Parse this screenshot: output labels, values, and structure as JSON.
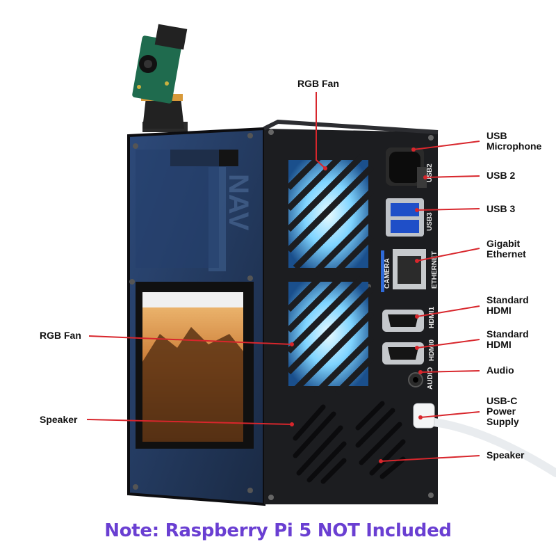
{
  "callouts": {
    "rgb_fan_top": "RGB Fan",
    "rgb_fan_left": "RGB Fan",
    "speaker_left": "Speaker",
    "usb_microphone": "USB\nMicrophone",
    "usb2": "USB 2",
    "usb3": "USB 3",
    "gigabit_ethernet": "Gigabit\nEthernet",
    "standard_hdmi_1": "Standard\nHDMI",
    "standard_hdmi_0": "Standard\nHDMI",
    "audio": "Audio",
    "usb_c_power": "USB-C\nPower\nSupply",
    "speaker_right": "Speaker"
  },
  "port_labels": {
    "usb2": "USB2",
    "usb3": "USB3",
    "camera": "CAMERA",
    "ethernet": "ETHERNET",
    "hdmi1": "HDMI1",
    "hdmi0": "HDMI0",
    "audio": "AUDIO",
    "case_logo": "NAV"
  },
  "note": "Note: Raspberry Pi 5 NOT Included",
  "colors": {
    "accent_red": "#d8262c",
    "note_purple": "#6a3fd2",
    "case_black": "#1c1d20",
    "fan_glow": "#7fd4ff"
  }
}
